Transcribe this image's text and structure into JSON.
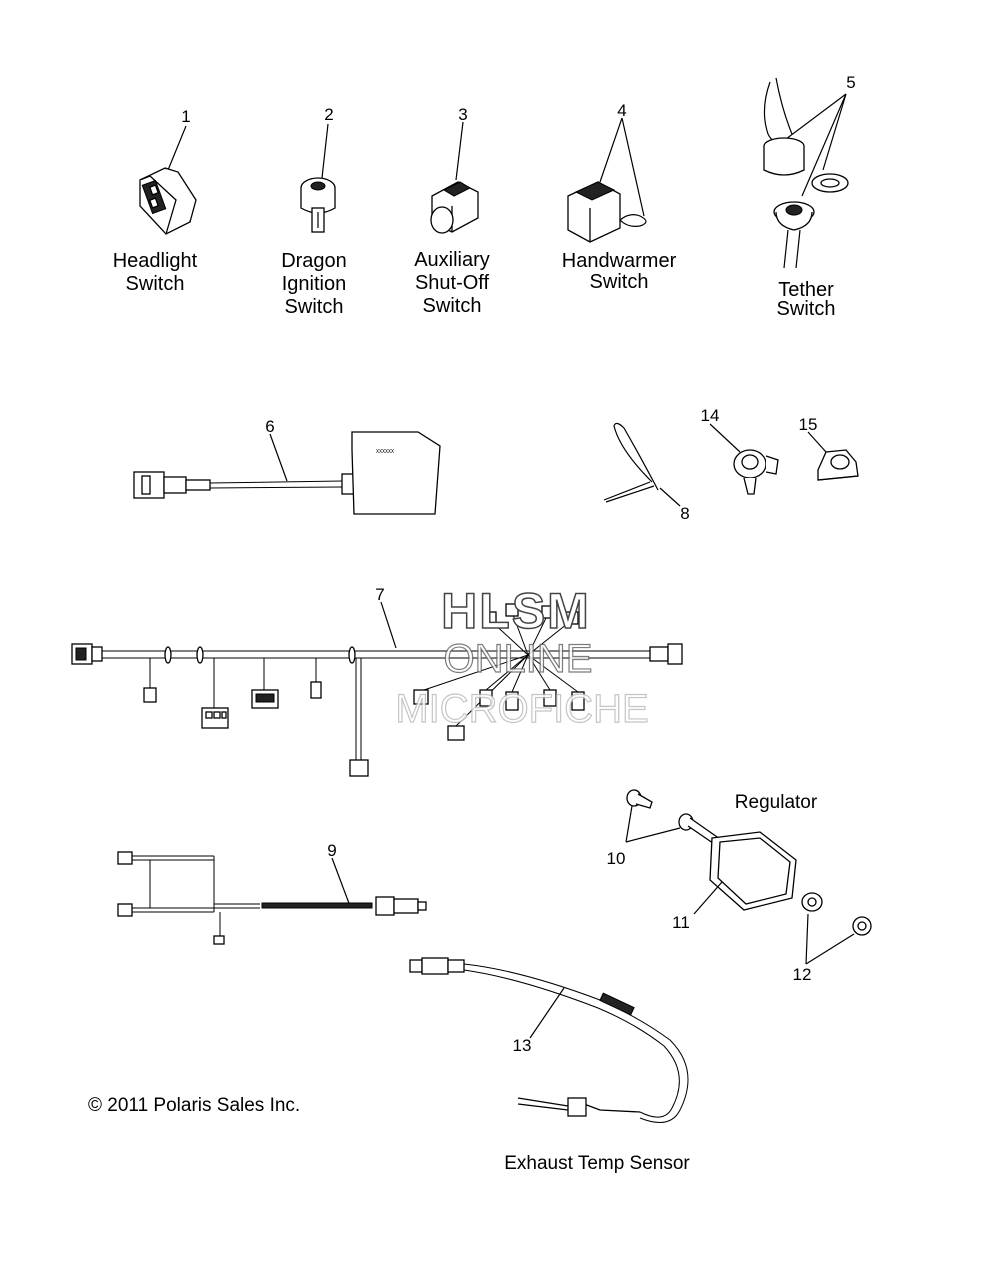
{
  "parts": [
    {
      "number": "1",
      "label_lines": [
        "Headlight",
        "Switch"
      ]
    },
    {
      "number": "2",
      "label_lines": [
        "Dragon",
        "Ignition",
        "Switch"
      ]
    },
    {
      "number": "3",
      "label_lines": [
        "Auxiliary",
        "Shut-Off",
        "Switch"
      ]
    },
    {
      "number": "4",
      "label_lines": [
        "Handwarmer",
        "Switch"
      ]
    },
    {
      "number": "5",
      "label_lines": [
        "Tether",
        "Switch"
      ]
    },
    {
      "number": "6"
    },
    {
      "number": "7"
    },
    {
      "number": "8"
    },
    {
      "number": "9"
    },
    {
      "number": "10"
    },
    {
      "number": "11"
    },
    {
      "number": "12"
    },
    {
      "number": "13"
    },
    {
      "number": "14"
    },
    {
      "number": "15"
    }
  ],
  "labels": {
    "regulator": "Regulator",
    "exhaust_temp_sensor": "Exhaust Temp Sensor"
  },
  "copyright": "© 2011 Polaris Sales Inc.",
  "watermark": {
    "line1": "HLSM",
    "line2": "ONLINE",
    "line3": "MICROFICHE"
  },
  "box_marking": "XXXXXX"
}
